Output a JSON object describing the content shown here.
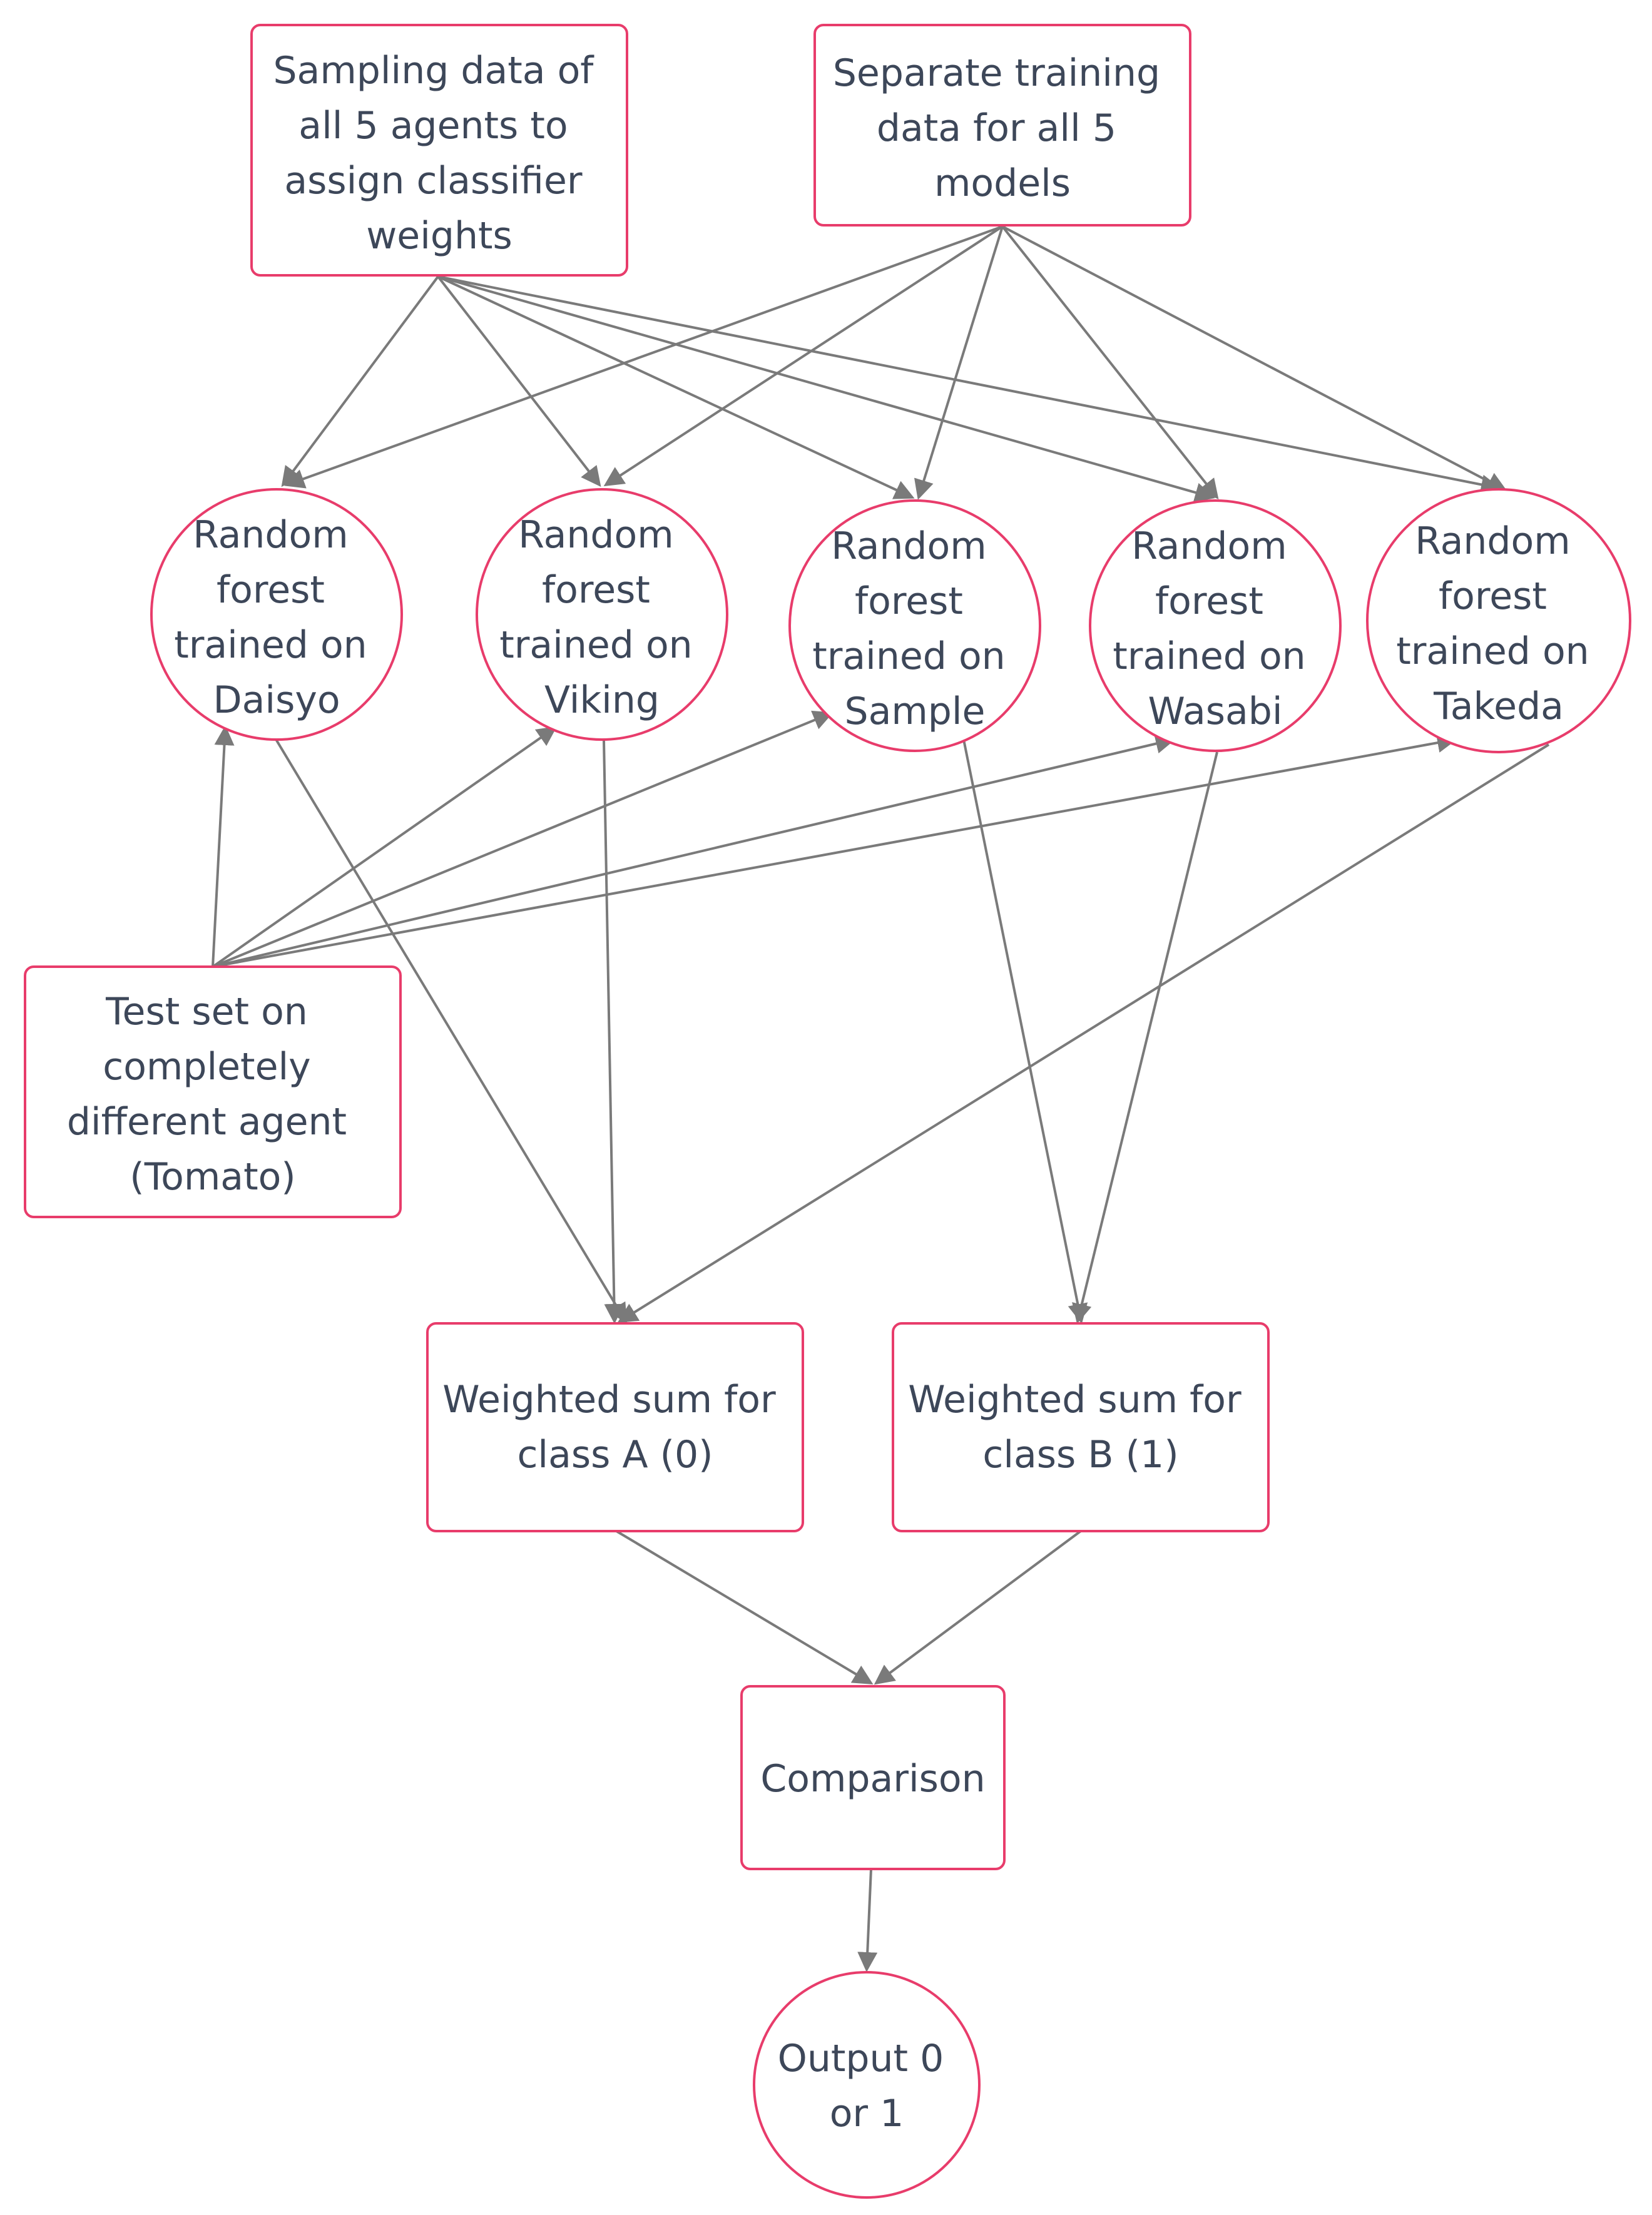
{
  "nodes": {
    "sampling": {
      "lines": [
        "Sampling data of",
        "all 5 agents to",
        "assign classifier",
        "weights"
      ]
    },
    "separate": {
      "lines": [
        "Separate training",
        "data for all 5",
        "models"
      ]
    },
    "rf_daisyo": {
      "lines": [
        "Random",
        "forest",
        "trained on",
        "Daisyo"
      ]
    },
    "rf_viking": {
      "lines": [
        "Random",
        "forest",
        "trained on",
        "Viking"
      ]
    },
    "rf_sample": {
      "lines": [
        "Random",
        "forest",
        "trained on",
        "Sample"
      ]
    },
    "rf_wasabi": {
      "lines": [
        "Random",
        "forest",
        "trained on",
        "Wasabi"
      ]
    },
    "rf_takeda": {
      "lines": [
        "Random",
        "forest",
        "trained on",
        "Takeda"
      ]
    },
    "test_set": {
      "lines": [
        "Test set on",
        "completely",
        "different agent",
        "(Tomato)"
      ]
    },
    "sum_a": {
      "lines": [
        "Weighted sum for",
        "class A (0)"
      ]
    },
    "sum_b": {
      "lines": [
        "Weighted sum for",
        "class B (1)"
      ]
    },
    "comparison": {
      "lines": [
        "Comparison"
      ]
    },
    "output": {
      "lines": [
        "Output 0",
        "or 1"
      ]
    }
  },
  "colors": {
    "node_border": "#e83c6b",
    "edge": "#7a7a7a",
    "text": "#3d4759"
  }
}
